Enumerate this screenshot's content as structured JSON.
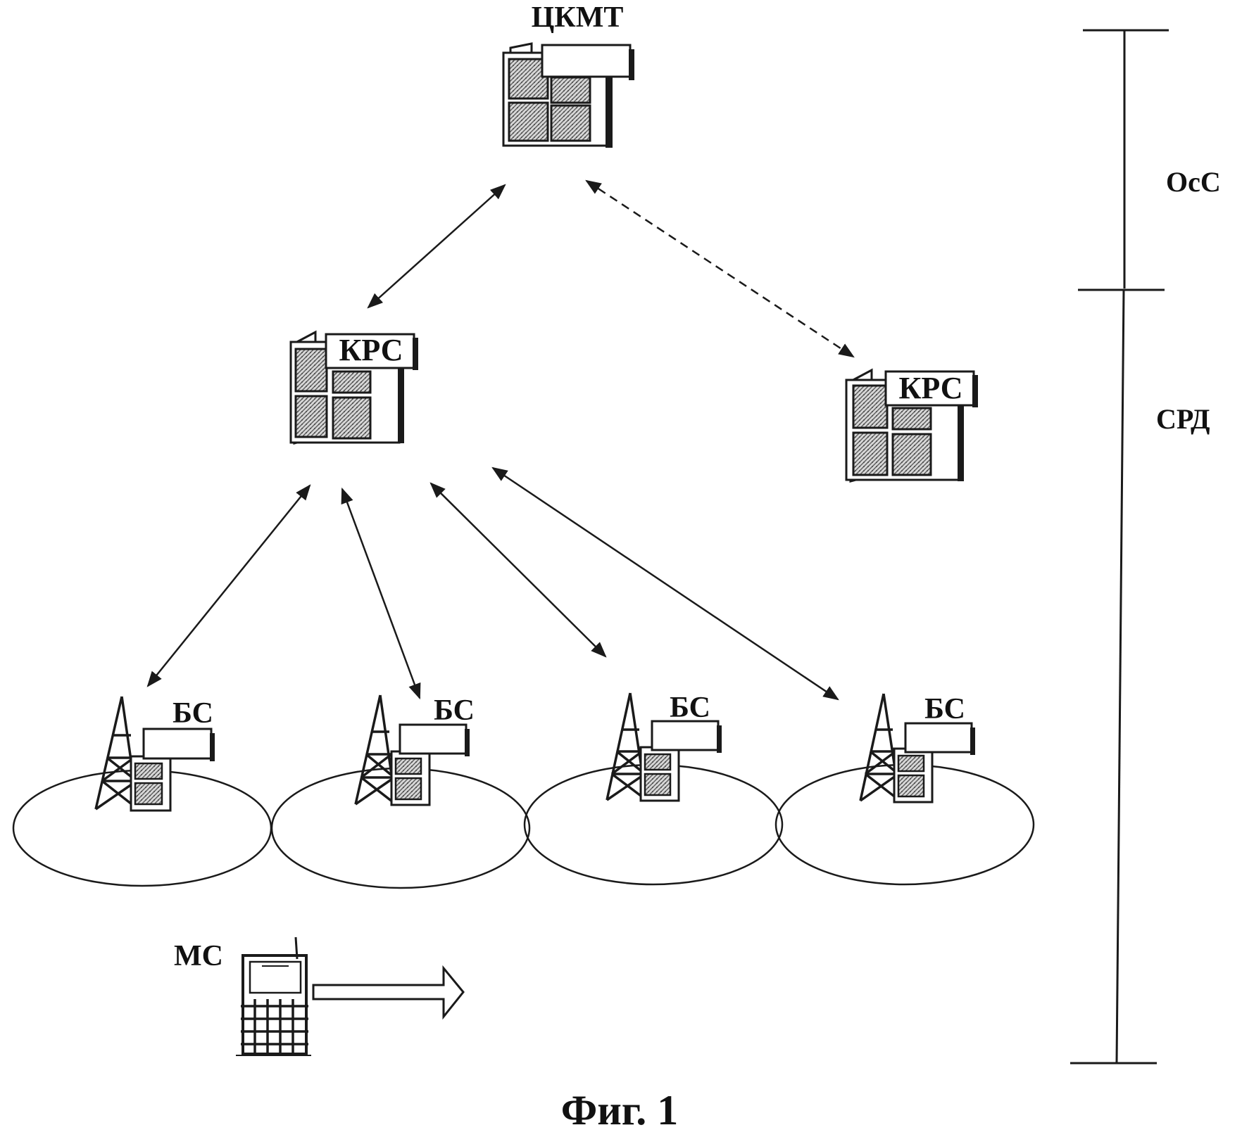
{
  "labels": {
    "top_node": "ЦКМТ",
    "krs_left": "КРС",
    "krs_right": "КРС",
    "bs_1": "БС",
    "bs_2": "БС",
    "bs_3": "БС",
    "bs_4": "БС",
    "ms": "МС",
    "scale_upper": "ОсС",
    "scale_lower": "СРД",
    "figure_caption": "Фиг. 1"
  },
  "icons": {
    "top_node": "office-building-icon",
    "krs": "office-building-icon",
    "bs": "radio-tower-icon",
    "ms": "mobile-phone-icon",
    "movement": "right-arrow-icon"
  },
  "colors": {
    "ink": "#1a1a1a",
    "hatch": "#7a7a7a",
    "background": "#ffffff"
  }
}
